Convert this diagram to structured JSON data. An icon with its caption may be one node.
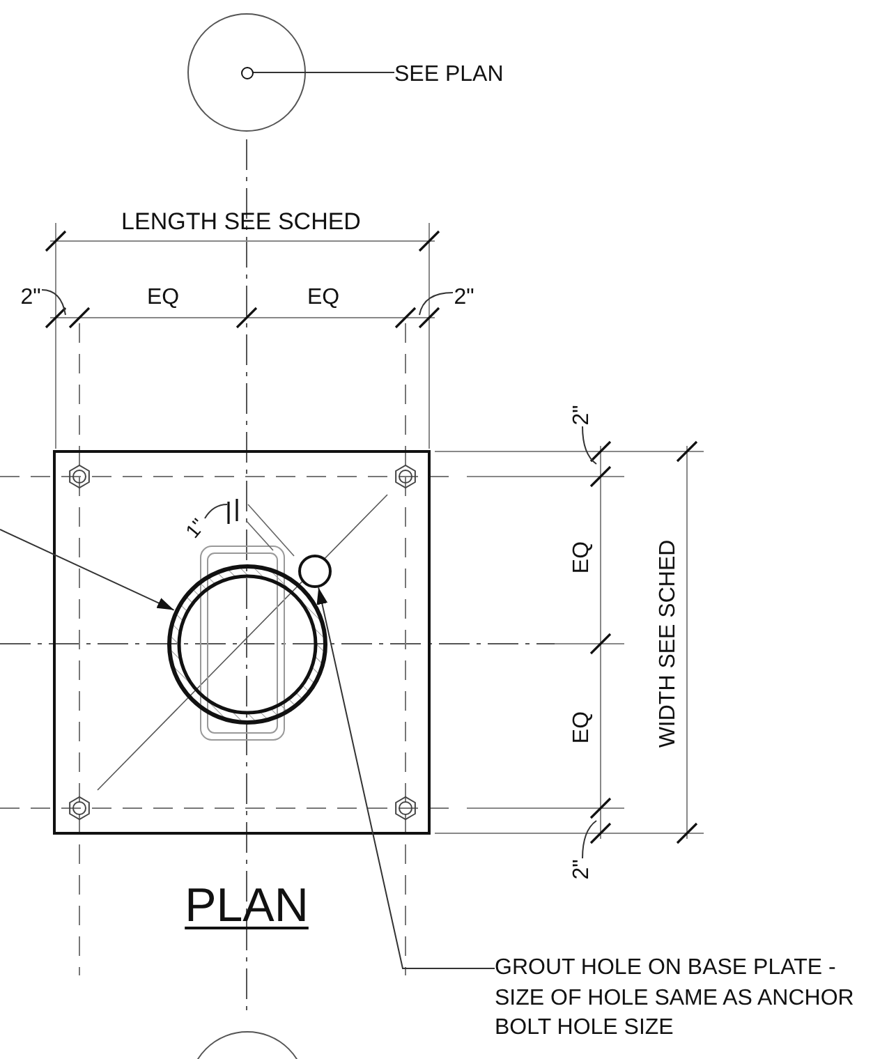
{
  "diagram": {
    "title": "PLAN",
    "nodes": [
      {
        "text": [],
        "shape": "circle"
      },
      {
        "text": [
          "SEE PLAN"
        ]
      },
      {
        "text": [
          "2\""
        ]
      },
      {
        "text": [
          "2\""
        ]
      },
      {
        "text": [
          "2\""
        ]
      },
      {
        "text": [
          "1\""
        ]
      },
      {
        "text": [],
        "shape": "circle"
      },
      {
        "text": [],
        "shape": "circle"
      },
      {
        "text": [
          "2\""
        ]
      },
      {
        "text": [
          "GROUT HOLE ON BASE PLATE - SIZE OF HOLE SAME AS ANCHOR BOLT HOLE SIZE"
        ]
      },
      {
        "text": [],
        "shape": "circle"
      },
      {
        "text": [],
        "shape": "line"
      }
    ],
    "edges": [
      {
        "from": 1,
        "to": 0,
        "arrow": "none"
      },
      {
        "from": 2,
        "to": null,
        "arrow": "none"
      },
      {
        "from": 3,
        "to": null,
        "arrow": "none"
      },
      {
        "from": 4,
        "to": null,
        "arrow": "none"
      },
      {
        "from": 5,
        "to": 11,
        "arrow": "none"
      },
      {
        "from": null,
        "to": 6,
        "arrow": "to"
      },
      {
        "from": 9,
        "to": 7,
        "arrow": "to"
      },
      {
        "from": 8,
        "to": null,
        "arrow": "none"
      }
    ],
    "labels": [
      "LENGTH SEE SCHED",
      "EQ",
      "EQ",
      "EQ",
      "WIDTH SEE SCHED",
      "EQ"
    ]
  }
}
